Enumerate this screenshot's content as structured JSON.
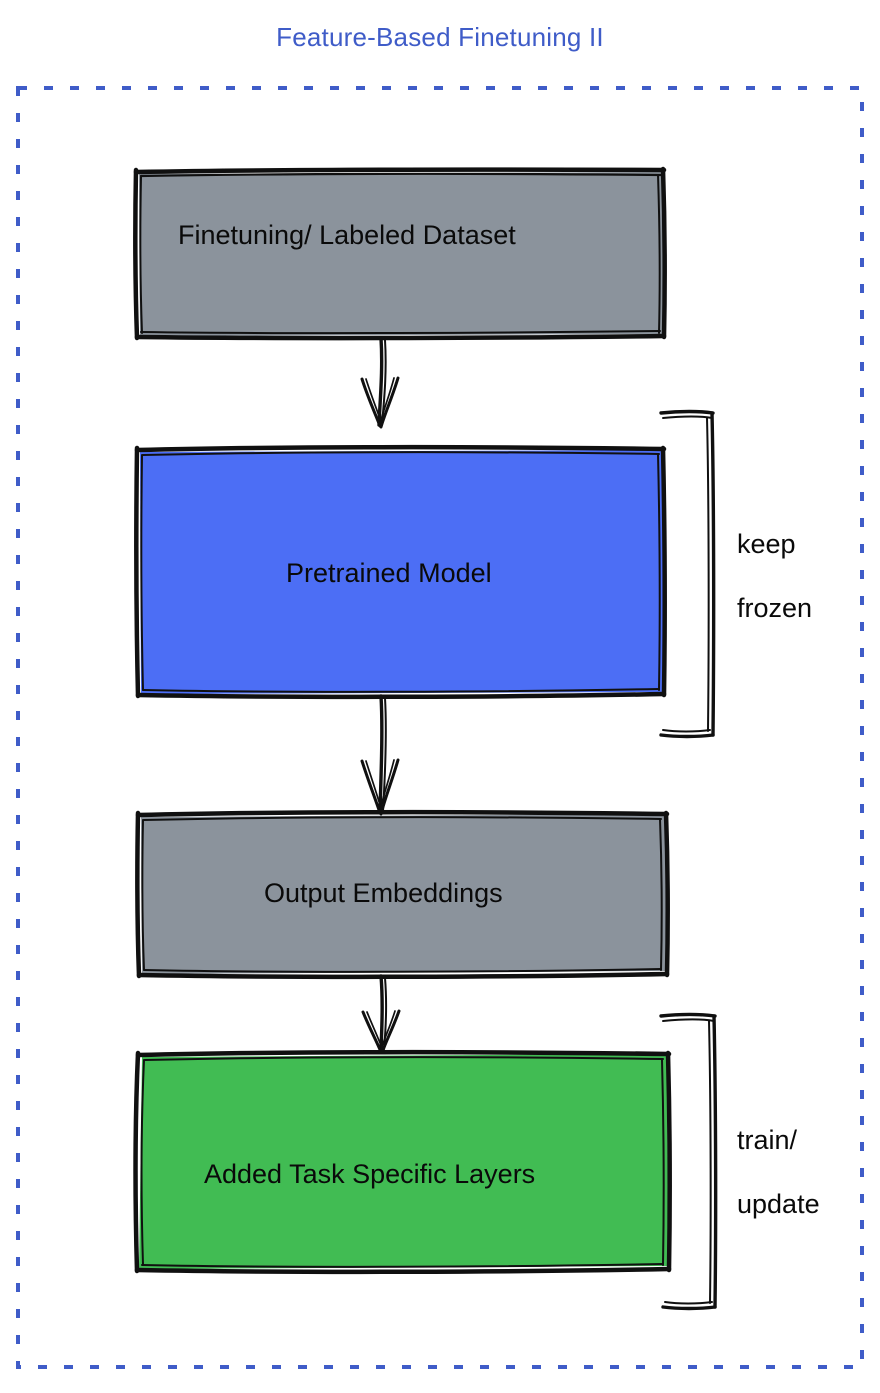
{
  "title": "Feature-Based Finetuning II",
  "colors": {
    "title_text": "#3f5cc8",
    "frame_dashed": "#3f5cc8",
    "gray_fill": "#8b939c",
    "blue_fill": "#4c6ef5",
    "green_fill": "#41bc53",
    "stroke": "#101010",
    "label_text": "#0a0a0a",
    "background": "#ffffff"
  },
  "frame": {
    "name": "dashed-outer-frame",
    "style": "dashed",
    "color": "#3f5cc8"
  },
  "nodes": [
    {
      "id": "dataset",
      "label": "Finetuning/ Labeled Dataset",
      "fill": "#8b939c",
      "shape": "rectangle"
    },
    {
      "id": "pretrained-model",
      "label": "Pretrained Model",
      "fill": "#4c6ef5",
      "shape": "rectangle"
    },
    {
      "id": "output-embeddings",
      "label": "Output Embeddings",
      "fill": "#8b939c",
      "shape": "rectangle"
    },
    {
      "id": "task-layers",
      "label": "Added Task Specific Layers",
      "fill": "#41bc53",
      "shape": "rectangle"
    }
  ],
  "annotations": [
    {
      "id": "keep-frozen",
      "label": "keep\nfrozen",
      "line1": "keep",
      "line2": "frozen",
      "targets": "pretrained-model"
    },
    {
      "id": "train-update",
      "label": "train/\nupdate",
      "line1": "train/",
      "line2": "update",
      "targets": "task-layers"
    }
  ],
  "edges": [
    {
      "id": "edge-dataset-to-model",
      "from": "dataset",
      "to": "pretrained-model",
      "arrow": "down"
    },
    {
      "id": "edge-model-to-embeddings",
      "from": "pretrained-model",
      "to": "output-embeddings",
      "arrow": "down"
    },
    {
      "id": "edge-embeddings-to-layers",
      "from": "output-embeddings",
      "to": "task-layers",
      "arrow": "down"
    }
  ]
}
